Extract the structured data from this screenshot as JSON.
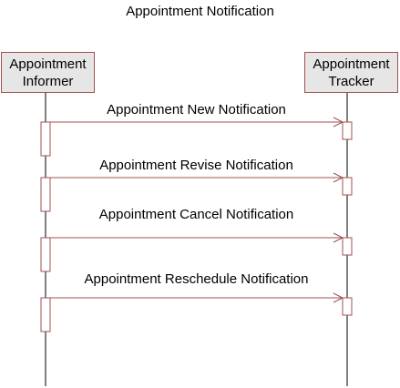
{
  "title": "Appointment Notification",
  "lifelines": {
    "informer": {
      "line1": "Appointment",
      "line2": "Informer"
    },
    "tracker": {
      "line1": "Appointment",
      "line2": "Tracker"
    }
  },
  "messages": [
    {
      "label": "Appointment New Notification"
    },
    {
      "label": "Appointment Revise Notification"
    },
    {
      "label": "Appointment Cancel Notification"
    },
    {
      "label": "Appointment Reschedule Notification"
    }
  ],
  "colors": {
    "arrow": "#a05050",
    "activation_border": "#a05050",
    "box_fill": "#e6e6e6",
    "lifeline": "#000000"
  }
}
